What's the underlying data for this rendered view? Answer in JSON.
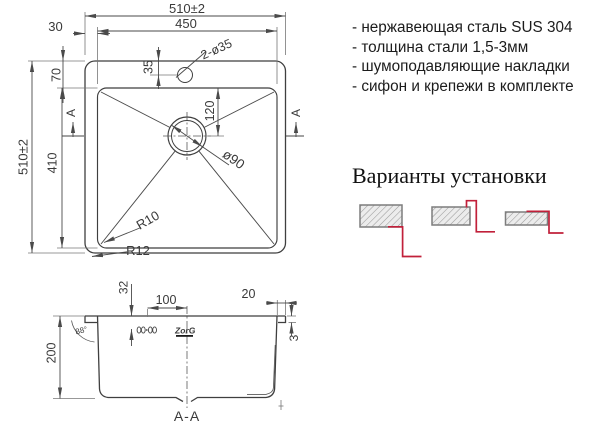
{
  "specs": {
    "items": [
      "- нержавеющая сталь SUS 304",
      "- толщина стали 1,5-3мм",
      "- шумоподавляющие накладки",
      "- сифон и крепежи в комплекте"
    ]
  },
  "installation": {
    "title": "Варианты установки"
  },
  "top_view": {
    "width_outer": "510±2",
    "width_inner": "450",
    "left_flange": "30",
    "faucet_offset": "35",
    "faucet_holes": "2-ø35",
    "height_outer": "510±2",
    "height_inner": "410",
    "top_flange": "70",
    "drain_offset": "120",
    "drain_dia": "ø90",
    "inner_radius": "R10",
    "outer_radius": "R12",
    "section_left": "A",
    "section_right": "A"
  },
  "section_view": {
    "depth": "200",
    "clip_offset": "32",
    "drain_center": "100",
    "flange_width": "20",
    "rim_height": "3",
    "wall_angle": "88°",
    "label": "A-A",
    "logo": "ZorG"
  },
  "colors": {
    "line": "#4a4a4a",
    "accent_red": "#c1203a"
  }
}
